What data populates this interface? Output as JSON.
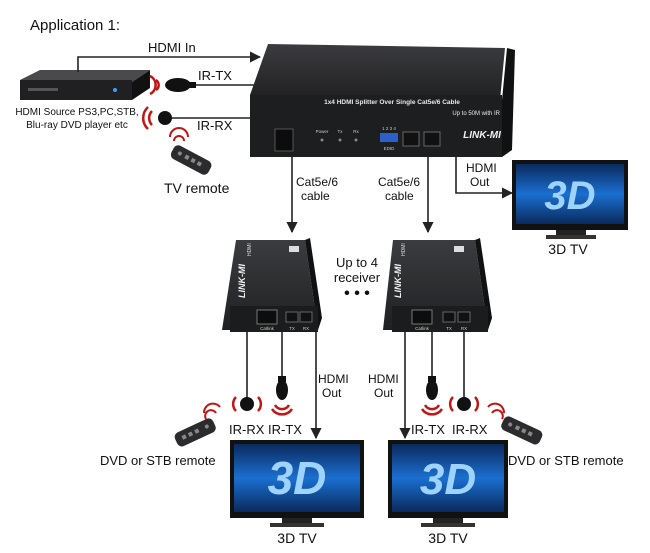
{
  "diagram": {
    "title": "Application 1:",
    "labels": {
      "hdmi_in": "HDMI In",
      "ir_tx_top": "IR-TX",
      "ir_rx_top": "IR-RX",
      "source_line1": "HDMI Source PS3,PC,STB,",
      "source_line2": "Blu-ray DVD player etc",
      "tv_remote": "TV remote",
      "cat_left_1": "Cat5e/6",
      "cat_left_2": "cable",
      "cat_right_1": "Cat5e/6",
      "cat_right_2": "cable",
      "hdmi_out_top_1": "HDMI",
      "hdmi_out_top_2": "Out",
      "tv_label_right": "3D TV",
      "up_to_1": "Up to 4",
      "up_to_2": "receiver",
      "dots": "• • •",
      "hdmi_out_left_1": "HDMI",
      "hdmi_out_left_2": "Out",
      "hdmi_out_right_1": "HDMI",
      "hdmi_out_right_2": "Out",
      "ir_rx_left": "IR-RX",
      "ir_tx_left": "IR-TX",
      "ir_tx_right": "IR-TX",
      "ir_rx_right": "IR-RX",
      "remote_left": "DVD or STB remote",
      "remote_right": "DVD or STB remote",
      "tv_label_left": "3D TV",
      "tv_label_mid": "3D TV",
      "tv_logo": "3D"
    },
    "devices": {
      "splitter_line1": "1x4 HDMI Splitter Over Single Cat5e/6 Cable",
      "splitter_line2": "Up to 50M with IR",
      "brand": "LINK-MI",
      "power": "Power",
      "tx": "Tx",
      "rx": "Rx",
      "edid": "EDID",
      "dip": "1 2 3 4",
      "rx_brand": "LINK-MI",
      "rx_hdmi": "HDMI",
      "rx_catlink": "Catlink",
      "rx_tx": "TX",
      "rx_rx": "RX"
    },
    "colors": {
      "device": "#2a2b2d",
      "tv_screen": "#0b4f9c",
      "wire": "#222222",
      "signal": "#c01616"
    }
  }
}
